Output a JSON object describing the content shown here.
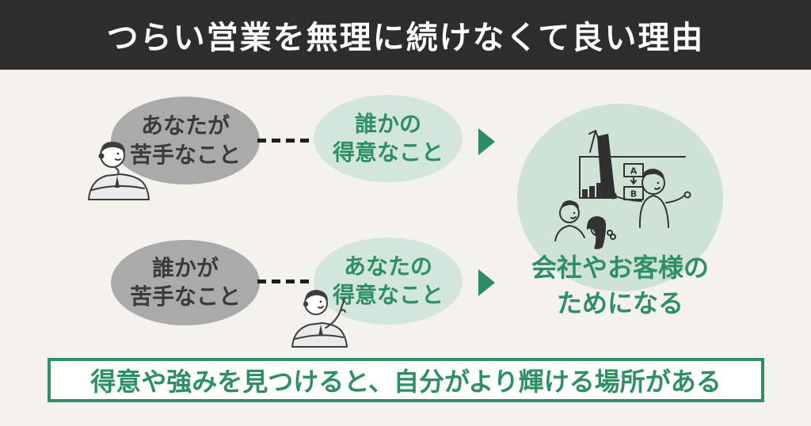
{
  "header": {
    "title": "つらい営業を無理に続けなくて良い理由"
  },
  "flow": {
    "row1": {
      "source": {
        "line1": "あなたが",
        "line2": "苦手なこと"
      },
      "target": {
        "line1": "誰かの",
        "line2": "得意なこと"
      }
    },
    "row2": {
      "source": {
        "line1": "誰かが",
        "line2": "苦手なこと"
      },
      "target": {
        "line1": "あなたの",
        "line2": "得意なこと"
      }
    },
    "result": {
      "line1": "会社やお客様の",
      "line2": "ためになる"
    }
  },
  "banner": {
    "text": "得意や強みを見つけると、自分がより輝ける場所がある"
  },
  "icons": {
    "row1_person": "thinking-businessman-icon",
    "row2_person": "pointing-businessman-icon",
    "result_illustration": "presentation-meeting-illustration",
    "connector": "dashed-line",
    "arrow": "right-triangle-arrow",
    "ab_labels": {
      "a": "A",
      "b": "B"
    }
  },
  "colors": {
    "header_bg": "#2d2d2d",
    "page_bg": "#f4f2ed",
    "gray_bubble": "#aaaaaa",
    "green_bubble": "#d2e6db",
    "result_circle": "#cfe2d6",
    "accent_green": "#2e8f63",
    "dark_text": "#3a3a3a",
    "title_text": "#ffffff"
  }
}
